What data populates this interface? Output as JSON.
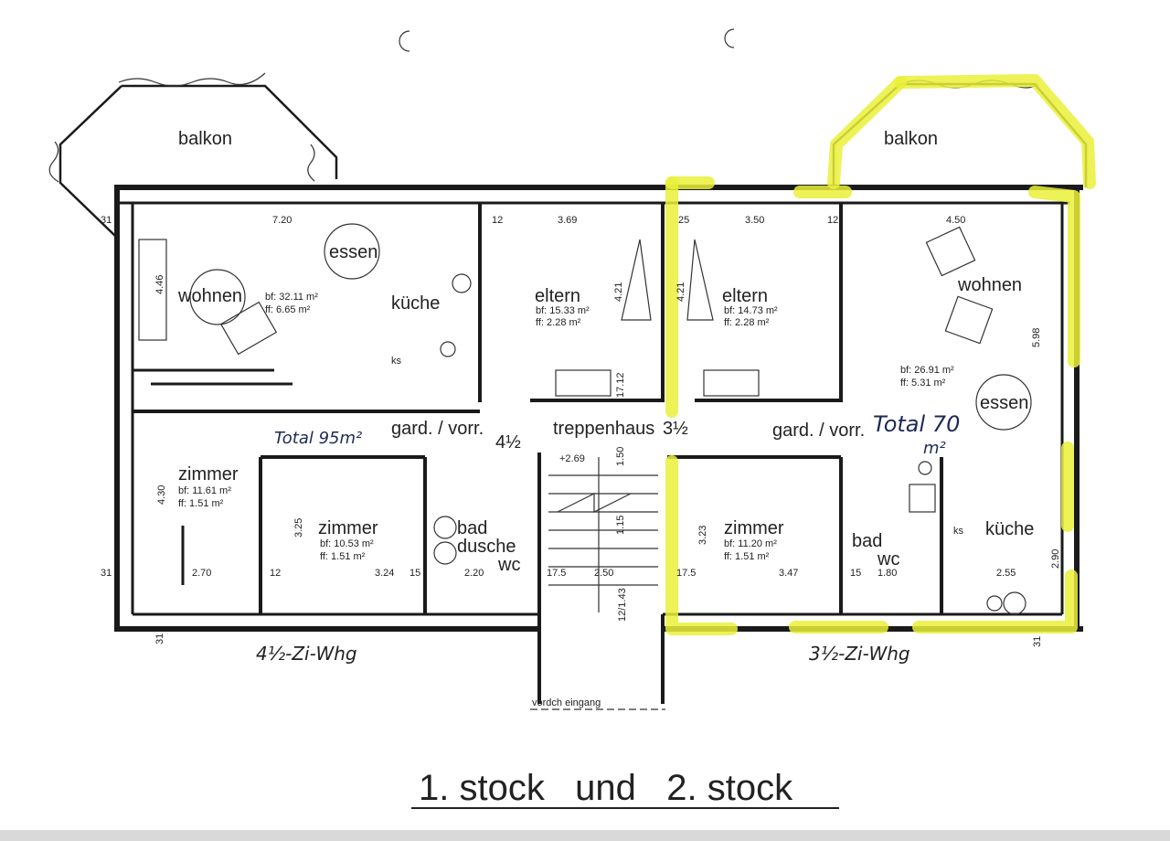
{
  "title": "1. stock   und   2. stock",
  "left_unit": {
    "label": "4½-Zi-Whg",
    "handwritten_total": "Total 95m²",
    "rooms": {
      "balkon": "balkon",
      "wohnen": "wohnen",
      "essen": "essen",
      "kueche": "küche",
      "eltern": "eltern",
      "zimmer1": "zimmer",
      "zimmer2": "zimmer",
      "bad": "bad",
      "dusche": "dusche",
      "wc": "wc",
      "gard": "gard. / vorr."
    },
    "areas": {
      "wohnen_bf": "bf: 32.11 m²",
      "wohnen_ff": "ff: 6.65 m²",
      "eltern_bf": "bf: 15.33 m²",
      "eltern_ff": "ff: 2.28 m²",
      "zimmer1_bf": "bf: 11.61 m²",
      "zimmer1_ff": "ff: 1.51 m²",
      "zimmer2_bf": "bf: 10.53 m²",
      "zimmer2_ff": "ff: 1.51 m²"
    }
  },
  "right_unit": {
    "label": "3½-Zi-Whg",
    "handwritten_total_1": "Total 70",
    "handwritten_total_2": "m²",
    "highlight_color": "#eaf03a",
    "rooms": {
      "balkon": "balkon",
      "wohnen": "wohnen",
      "essen": "essen",
      "kueche": "küche",
      "eltern": "eltern",
      "zimmer": "zimmer",
      "bad": "bad",
      "wc": "wc",
      "gard": "gard. / vorr."
    },
    "areas": {
      "wohnen_bf": "bf: 26.91 m²",
      "wohnen_ff": "ff: 5.31 m²",
      "eltern_bf": "bf: 14.73 m²",
      "eltern_ff": "ff: 2.28 m²",
      "zimmer_bf": "bf: 11.20 m²",
      "zimmer_ff": "ff: 1.51 m²"
    }
  },
  "core": {
    "treppenhaus": "treppenhaus",
    "vorplatz_eingang": "vordch eingang",
    "level": "+2.69",
    "half_left": "4½",
    "half_right": "3½"
  },
  "dimensions": {
    "d_31a": "31",
    "d_720": "7.20",
    "d_12a": "12",
    "d_369": "3.69",
    "d_25": "25",
    "d_350": "3.50",
    "d_12b": "12",
    "d_450": "4.50",
    "d_446": "4.46",
    "d_421a": "4.21",
    "d_421b": "4.21",
    "d_598": "5.98",
    "d_430": "4.30",
    "d_325": "3.25",
    "d_323": "3.23",
    "d_270": "2.70",
    "d_324": "3.24",
    "d_220": "2.20",
    "d_250": "2.50",
    "d_347": "3.47",
    "d_180": "1.80",
    "d_255": "2.55",
    "d_290": "2.90",
    "d_150": "1.50",
    "d_115": "1.15",
    "d_31b": "31",
    "d_31c": "31",
    "d_31d": "31",
    "d_12c": "12",
    "d_15a": "15",
    "d_17a": "17.5",
    "d_17b": "17.5",
    "d_15b": "15",
    "d_ks1": "ks",
    "d_ks2": "ks",
    "d_1712": "17.12",
    "d_143": "12/1.43"
  }
}
